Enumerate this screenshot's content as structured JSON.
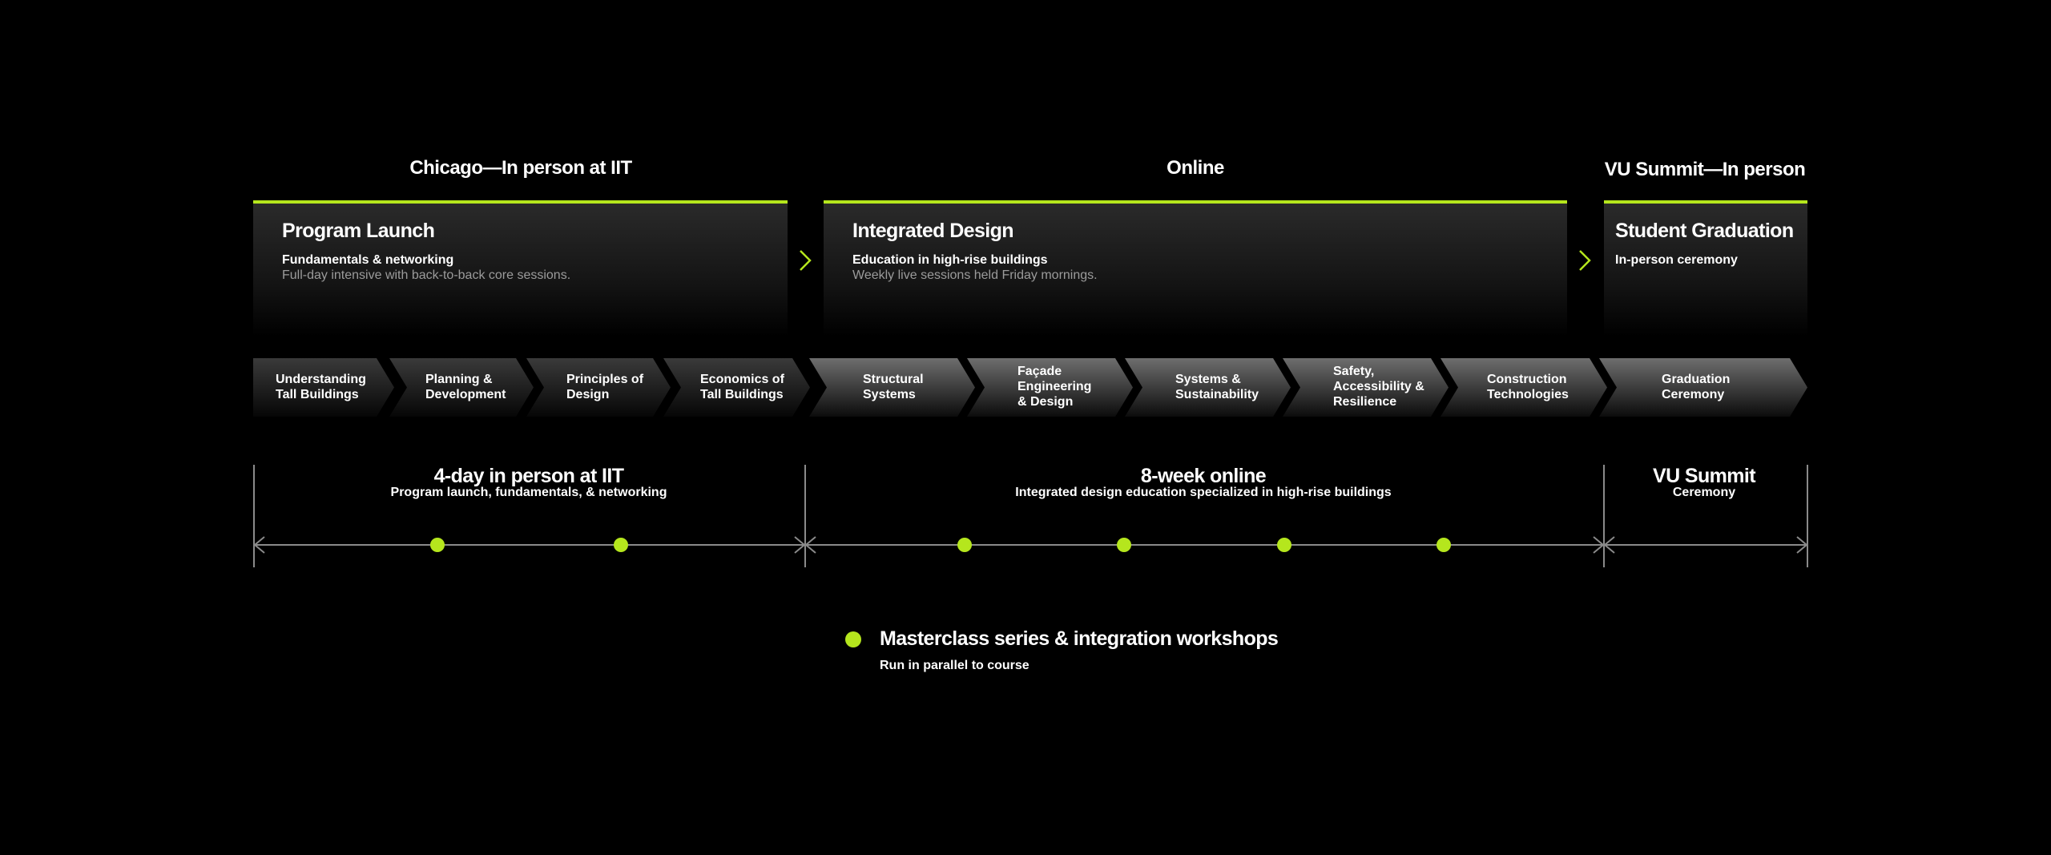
{
  "phases": [
    {
      "location": "Chicago—In person at IIT",
      "title": "Program Launch",
      "subtitle": "Fundamentals & networking",
      "description": "Full-day intensive with back-to-back core sessions."
    },
    {
      "location": "Online",
      "title": "Integrated Design",
      "subtitle": "Education in high-rise buildings",
      "description": "Weekly live sessions held Friday mornings."
    },
    {
      "location": "VU Summit—In person",
      "title": "Student Graduation",
      "subtitle": "In-person ceremony",
      "description": ""
    }
  ],
  "steps": [
    {
      "lines": [
        "Understanding",
        "Tall Buildings"
      ]
    },
    {
      "lines": [
        "Planning &",
        "Development"
      ]
    },
    {
      "lines": [
        "Principles of",
        "Design"
      ]
    },
    {
      "lines": [
        "Economics of",
        "Tall Buildings"
      ]
    },
    {
      "lines": [
        "Structural",
        "Systems"
      ]
    },
    {
      "lines": [
        "Façade",
        "Engineering",
        "& Design"
      ]
    },
    {
      "lines": [
        "Systems &",
        "Sustainability"
      ]
    },
    {
      "lines": [
        "Safety,",
        "Accessibility &",
        "Resilience"
      ]
    },
    {
      "lines": [
        "Construction",
        "Technologies"
      ]
    },
    {
      "lines": [
        "Graduation",
        "Ceremony"
      ]
    }
  ],
  "spans": [
    {
      "title": "4-day in person at IIT",
      "subtitle": "Program launch, fundamentals, & networking",
      "workshops": 2
    },
    {
      "title": "8-week online",
      "subtitle": "Integrated design education specialized in high-rise buildings",
      "workshops": 4
    },
    {
      "title": "VU Summit",
      "subtitle": "Ceremony",
      "workshops": 0
    }
  ],
  "legend": {
    "title": "Masterclass series & integration workshops",
    "subtitle": "Run in parallel to course"
  },
  "colors": {
    "accent": "#b5e61d",
    "line": "#8a8a8a",
    "desc": "#9b9b9b"
  }
}
